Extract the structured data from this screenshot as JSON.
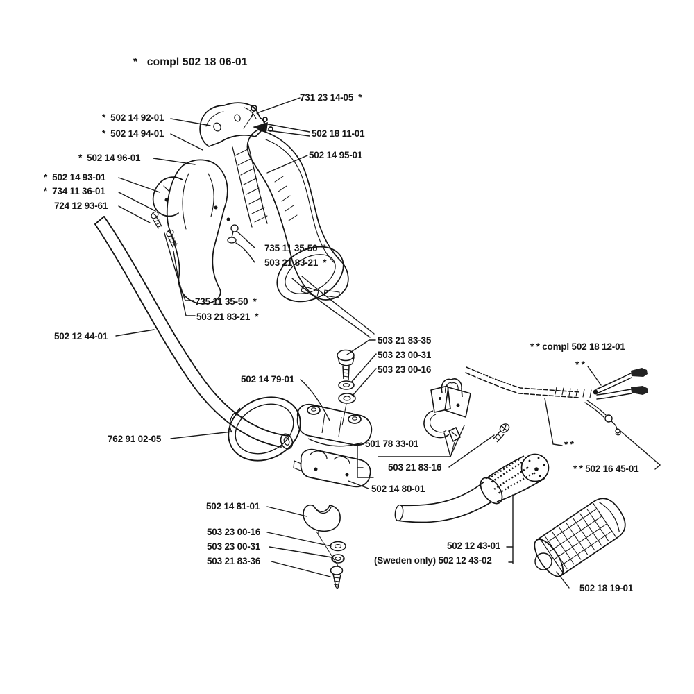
{
  "page": {
    "background": "#ffffff",
    "ink": "#1a1a1a"
  },
  "diagram": {
    "type": "exploded-parts-diagram",
    "assembly_note": "*   compl 502 18 06-01",
    "labels": [
      {
        "id": "compl-502-18-06-01",
        "text": "*   compl 502 18 06-01"
      },
      {
        "id": "731-23-14-05",
        "text": "731 23 14-05  *"
      },
      {
        "id": "502-14-92-01",
        "text": "*  502 14 92-01"
      },
      {
        "id": "502-14-94-01",
        "text": "*  502 14 94-01"
      },
      {
        "id": "502-18-11-01",
        "text": "502 18 11-01"
      },
      {
        "id": "502-14-96-01",
        "text": "*  502 14 96-01"
      },
      {
        "id": "502-14-95-01",
        "text": "502 14 95-01"
      },
      {
        "id": "502-14-93-01",
        "text": "*  502 14 93-01"
      },
      {
        "id": "734-11-36-01",
        "text": "*  734 11 36-01"
      },
      {
        "id": "724-12-93-61",
        "text": "724 12 93-61"
      },
      {
        "id": "735-11-35-50-upper",
        "text": "735 11 35-50  *"
      },
      {
        "id": "503-21-83-21-upper",
        "text": "503 21 83-21  *"
      },
      {
        "id": "735-11-35-50-lower",
        "text": "735 11 35-50  *"
      },
      {
        "id": "503-21-83-21-lower",
        "text": "503 21 83-21  *"
      },
      {
        "id": "502-12-44-01",
        "text": "502 12 44-01"
      },
      {
        "id": "503-21-83-35",
        "text": "503 21 83-35"
      },
      {
        "id": "compl-502-18-12-01",
        "text": "* * compl 502 18 12-01"
      },
      {
        "id": "503-23-00-31-top",
        "text": "503 23 00-31"
      },
      {
        "id": "star-marker-wires",
        "text": "* *"
      },
      {
        "id": "503-23-00-16-top",
        "text": "503 23 00-16"
      },
      {
        "id": "502-14-79-01",
        "text": "502 14 79-01"
      },
      {
        "id": "762-91-02-05",
        "text": "762 91 02-05"
      },
      {
        "id": "501-78-33-01",
        "text": "501 78 33-01"
      },
      {
        "id": "star-marker-grip",
        "text": "* *"
      },
      {
        "id": "503-21-83-16",
        "text": "503 21 83-16"
      },
      {
        "id": "502-16-45-01",
        "text": "* * 502 16 45-01"
      },
      {
        "id": "502-14-80-01",
        "text": "502 14 80-01"
      },
      {
        "id": "502-14-81-01",
        "text": "502 14 81-01"
      },
      {
        "id": "503-23-00-16-bottom",
        "text": "503 23 00-16"
      },
      {
        "id": "503-23-00-31-bottom",
        "text": "503 23 00-31"
      },
      {
        "id": "503-21-83-36",
        "text": "503 21 83-36"
      },
      {
        "id": "502-12-43-01",
        "text": "502 12 43-01"
      },
      {
        "id": "502-12-43-02",
        "text": "(Sweden only) 502 12 43-02"
      },
      {
        "id": "502-18-19-01",
        "text": "502 18 19-01"
      }
    ]
  }
}
